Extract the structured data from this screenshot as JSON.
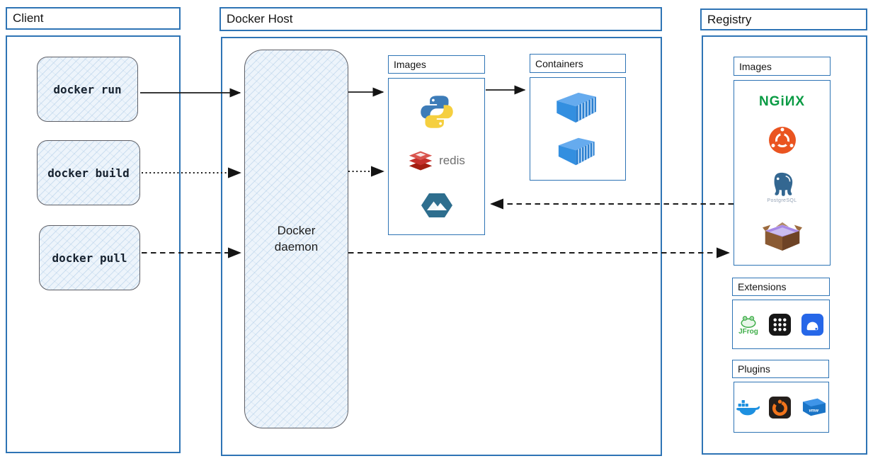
{
  "client": {
    "title": "Client",
    "commands": [
      {
        "label": "docker run",
        "arrow_style": "solid"
      },
      {
        "label": "docker build",
        "arrow_style": "dotted"
      },
      {
        "label": "docker pull",
        "arrow_style": "dashed"
      }
    ]
  },
  "docker_host": {
    "title": "Docker Host",
    "daemon": {
      "label": "Docker daemon"
    },
    "images": {
      "title": "Images",
      "items": [
        "python",
        "redis",
        "alpine"
      ],
      "redis_label": "redis"
    },
    "containers": {
      "title": "Containers",
      "count": 2
    }
  },
  "registry": {
    "title": "Registry",
    "images": {
      "title": "Images",
      "items": [
        "nginx",
        "ubuntu",
        "postgresql",
        "busybox"
      ],
      "nginx_label": "NGiИX",
      "postgres_label": "PostgreSQL"
    },
    "extensions": {
      "title": "Extensions",
      "items": [
        "jfrog",
        "grid-app",
        "disk-app"
      ],
      "jfrog_label": "JFrog"
    },
    "plugins": {
      "title": "Plugins",
      "items": [
        "docker-whale",
        "grafana",
        "vmware"
      ],
      "vmware_label": "vmw"
    }
  },
  "arrows": [
    {
      "name": "docker-run-to-daemon",
      "style": "solid"
    },
    {
      "name": "daemon-to-images",
      "style": "solid"
    },
    {
      "name": "images-to-containers",
      "style": "solid"
    },
    {
      "name": "docker-build-to-daemon",
      "style": "dotted"
    },
    {
      "name": "daemon-to-images-build",
      "style": "dotted"
    },
    {
      "name": "docker-pull-to-daemon",
      "style": "dashed"
    },
    {
      "name": "daemon-to-registry",
      "style": "dashed"
    },
    {
      "name": "registry-to-host-images",
      "style": "dashed"
    }
  ],
  "icons": {
    "host_images": [
      "python-icon",
      "redis-icon",
      "alpine-icon"
    ],
    "containers": [
      "container-icon",
      "container-icon"
    ],
    "registry_images": [
      "nginx-icon",
      "ubuntu-icon",
      "postgresql-icon",
      "busybox-icon"
    ],
    "extensions": [
      "jfrog-icon",
      "grid-app-icon",
      "disk-app-icon"
    ],
    "plugins": [
      "docker-whale-icon",
      "grafana-icon",
      "vmware-icon"
    ]
  },
  "colors": {
    "frame_blue": "#2e74b5",
    "sketch_fill": "#edf4fb",
    "sketch_border": "#5e5f66",
    "arrow": "#1b1b1b",
    "nginx_green": "#0a9b44",
    "ubuntu_orange": "#ea5420",
    "redis_red": "#c6302b",
    "python_blue": "#3d7cb8",
    "python_yellow": "#f5cf3f",
    "alpine_blue": "#2e6e8e",
    "container_blue": "#3490e3",
    "postgres_blue": "#336791",
    "jfrog_green": "#3fae49",
    "vmware_blue": "#1a74c6",
    "grafana_orange": "#f2741b"
  }
}
